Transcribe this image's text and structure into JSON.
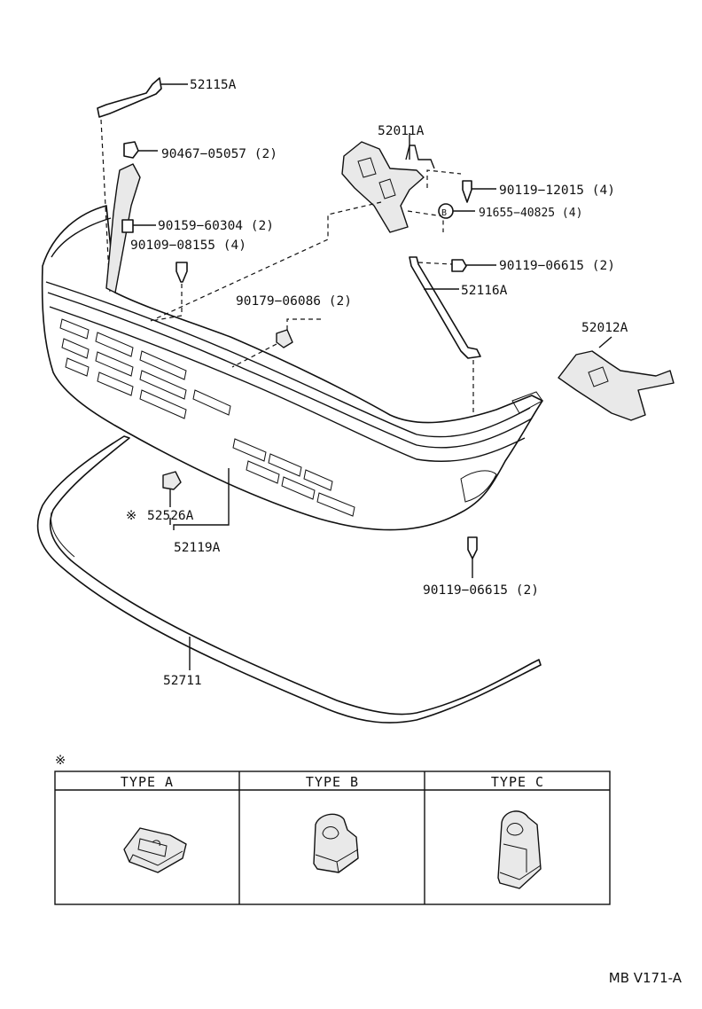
{
  "labels": {
    "p52115A": "52115A",
    "p90467": "90467−05057 (2)",
    "p90159": "90159−60304 (2)",
    "p90109": "90109−08155 (4)",
    "p52011A": "52011A",
    "p90119a": "90119−12015 (4)",
    "pB_mark": "B",
    "p91655": "91655−40825 (4)",
    "p90119b": "90119−06615 (2)",
    "p52116A": "52116A",
    "p90179": "90179−06086 (2)",
    "p52012A": "52012A",
    "p52526A": "52526A",
    "p52526A_mark": "※",
    "p52119A": "52119A",
    "p90119c": "90119−06615 (2)",
    "p52711": "52711"
  },
  "type_table": {
    "note_mark": "※",
    "headers": [
      "TYPE  A",
      "TYPE  B",
      "TYPE  C"
    ]
  },
  "footer": "MB V171-A"
}
